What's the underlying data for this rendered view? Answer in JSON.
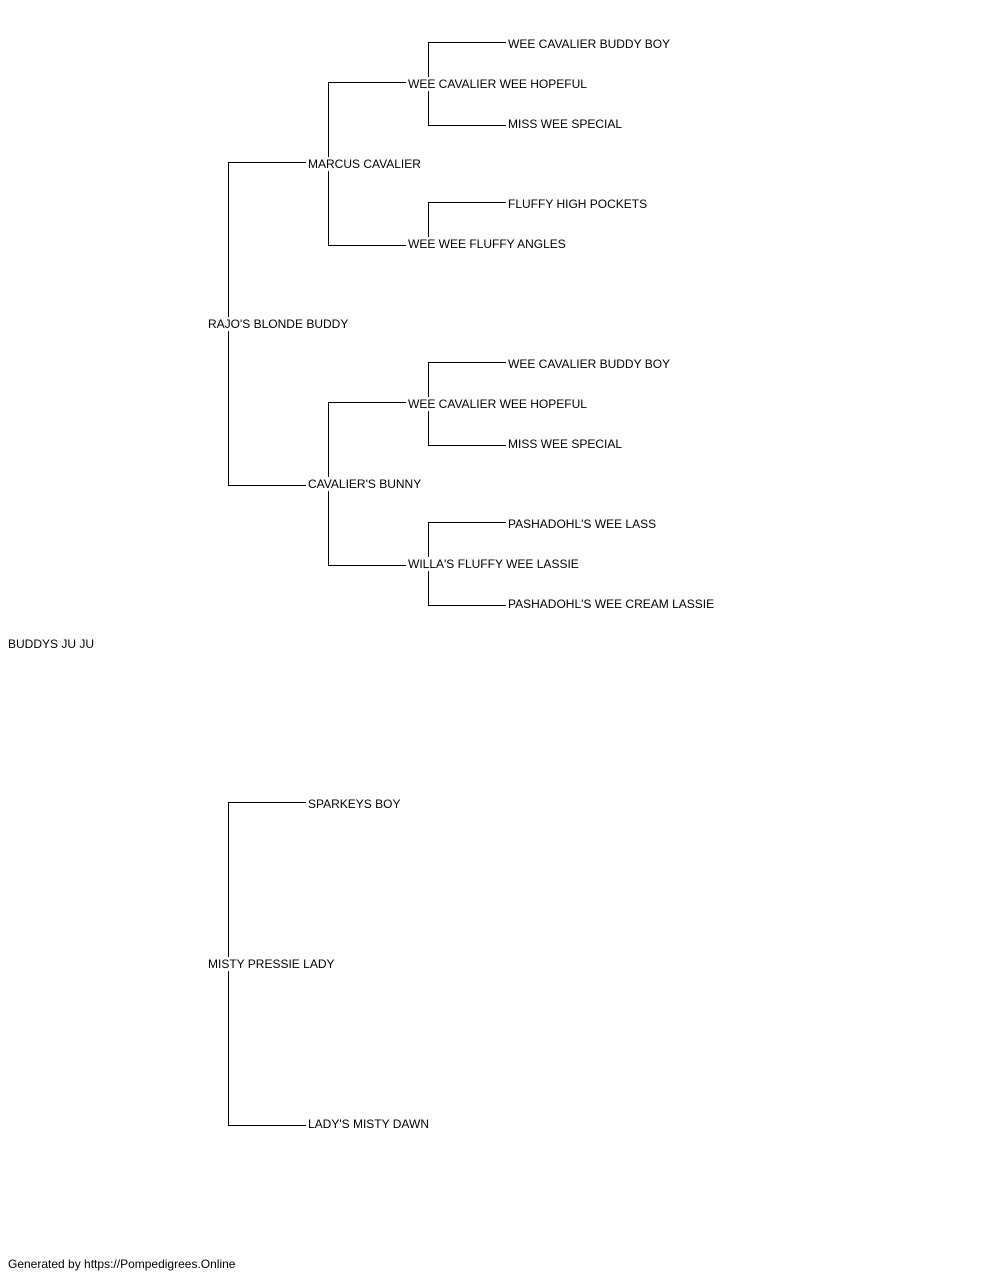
{
  "pedigree": {
    "subject": "BUDDYS JU JU",
    "sire": {
      "name": "RAJO'S BLONDE BUDDY",
      "sire": {
        "name": "MARCUS CAVALIER",
        "sire": {
          "name": "WEE CAVALIER WEE HOPEFUL",
          "sire": {
            "name": "WEE CAVALIER BUDDY BOY"
          },
          "dam": {
            "name": "MISS WEE SPECIAL"
          }
        },
        "dam": {
          "name": "WEE WEE FLUFFY ANGLES",
          "sire": {
            "name": "FLUFFY HIGH POCKETS"
          }
        }
      },
      "dam": {
        "name": "CAVALIER'S BUNNY",
        "sire": {
          "name": "WEE CAVALIER WEE HOPEFUL",
          "sire": {
            "name": "WEE CAVALIER BUDDY BOY"
          },
          "dam": {
            "name": "MISS WEE SPECIAL"
          }
        },
        "dam": {
          "name": "WILLA'S FLUFFY WEE LASSIE",
          "sire": {
            "name": "PASHADOHL'S WEE LASS"
          },
          "dam": {
            "name": "PASHADOHL'S WEE CREAM LASSIE"
          }
        }
      }
    },
    "dam": {
      "name": "MISTY PRESSIE LADY",
      "sire": {
        "name": "SPARKEYS BOY"
      },
      "dam": {
        "name": "LADY'S MISTY DAWN"
      }
    }
  },
  "footer": "Generated by https://Pompedigrees.Online"
}
